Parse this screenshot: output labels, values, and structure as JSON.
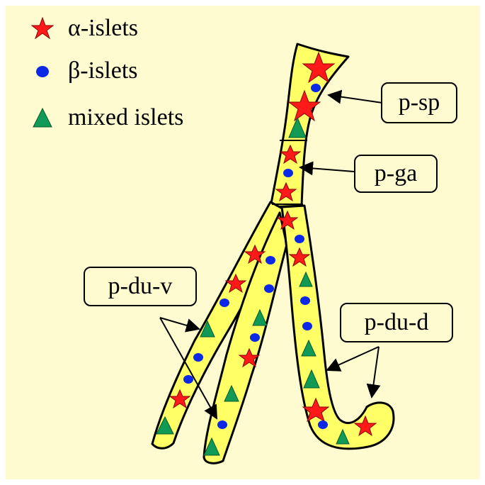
{
  "legend": {
    "alpha": {
      "label": "α-islets",
      "icon": "red-star-icon"
    },
    "beta": {
      "label": "β-islets",
      "icon": "blue-dot-icon"
    },
    "mixed": {
      "label": "mixed islets",
      "icon": "green-triangle-icon"
    }
  },
  "callouts": {
    "sp": "p-sp",
    "ga": "p-ga",
    "du_v": "p-du-v",
    "du_d": "p-du-d"
  },
  "colors": {
    "background": "#fffbd1",
    "duct_fill": "#ffff66",
    "alpha": "#ff1a1a",
    "beta": "#0a28e6",
    "mixed": "#119a55"
  }
}
